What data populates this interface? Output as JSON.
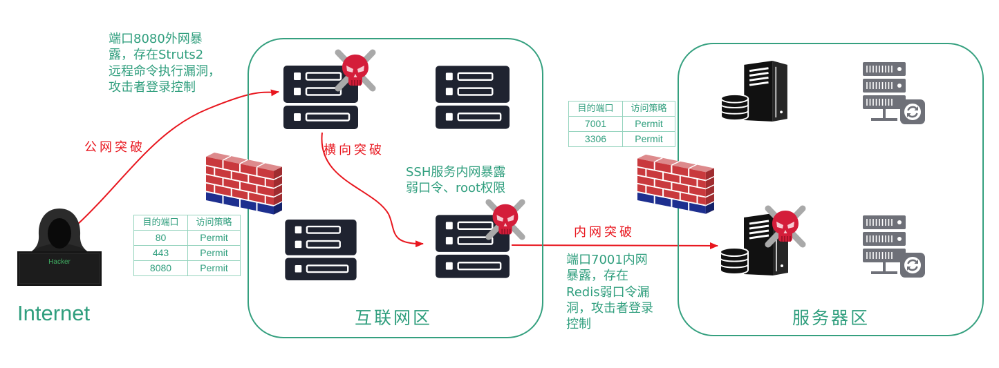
{
  "internet_label": "Internet",
  "hacker": {
    "laptop_text": "Hacker"
  },
  "zones": {
    "internet_zone": "互联网区",
    "server_zone": "服务器区"
  },
  "edges": {
    "public_breach": "公网突破",
    "lateral_breach": "横向突破",
    "internal_breach": "内网突破"
  },
  "annotations": {
    "struts": [
      "端口8080外网暴",
      "露，存在Struts2",
      "远程命令执行漏洞，",
      "攻击者登录控制"
    ],
    "ssh": [
      "SSH服务内网暴露",
      "弱口令、root权限"
    ],
    "redis": [
      "端口7001内网",
      "暴露，存在",
      "Redis弱口令漏",
      "洞，攻击者登录",
      "控制"
    ]
  },
  "firewall_rules": {
    "internet": {
      "headers": [
        "目的端口",
        "访问策略"
      ],
      "rows": [
        [
          "80",
          "Permit"
        ],
        [
          "443",
          "Permit"
        ],
        [
          "8080",
          "Permit"
        ]
      ]
    },
    "server": {
      "headers": [
        "目的端口",
        "访问策略"
      ],
      "rows": [
        [
          "7001",
          "Permit"
        ],
        [
          "3306",
          "Permit"
        ]
      ]
    }
  },
  "icons": {
    "attacker": "hacker-icon",
    "firewall": "firewall-icon",
    "web_server": "server-icon",
    "compromised": "skull-icon",
    "db_server": "database-server-icon",
    "rack_server": "rack-server-icon",
    "sync": "sync-icon"
  },
  "colors": {
    "accent_green": "#2f9e7d",
    "zone_border": "#35a07f",
    "attack_red": "#e8161e",
    "server_dark": "#1f2330",
    "rack_gray": "#6e7078",
    "brick_red": "#c9393d",
    "brick_blue": "#1d2f8f"
  }
}
